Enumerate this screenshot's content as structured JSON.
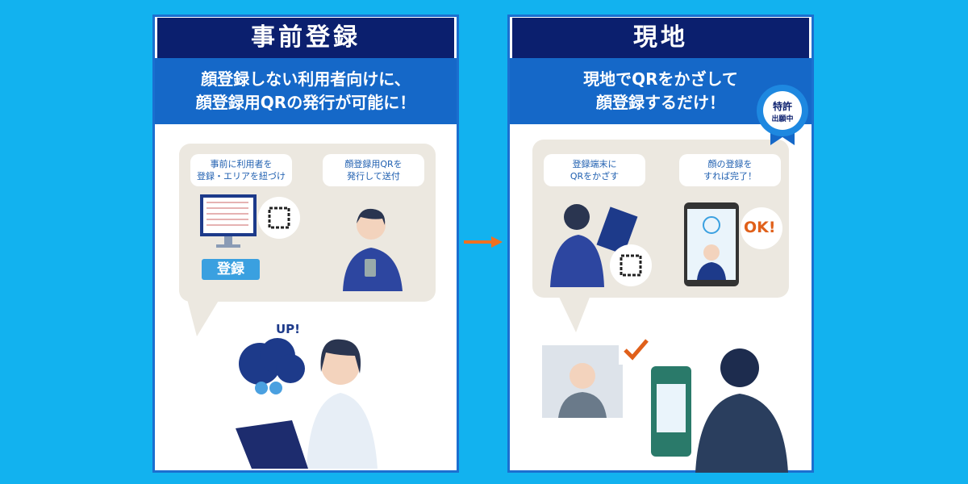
{
  "colors": {
    "background": "#12b2ef",
    "header": "#0b1f6e",
    "band": "#1568c8",
    "bubble": "#ece8e0",
    "arrow": "#f07020"
  },
  "left": {
    "title": "事前登録",
    "subtitle": [
      "顔登録しない利用者向けに、",
      "顔登録用QRの発行が可能に！"
    ],
    "steps": [
      [
        "事前に利用者を",
        "登録・エリアを紐づけ"
      ],
      [
        "顔登録用QRを",
        "発行して送付"
      ]
    ],
    "register_button": "登録",
    "upload_label": "UP!"
  },
  "right": {
    "title": "現地",
    "subtitle": [
      "現地でQRをかざして",
      "顔登録するだけ！"
    ],
    "steps": [
      [
        "登録端末に",
        "QRをかざす"
      ],
      [
        "顔の登録を",
        "すれば完了！"
      ]
    ],
    "ok_label": "OK!",
    "badge": {
      "line1": "特許",
      "line2": "出願中"
    }
  }
}
